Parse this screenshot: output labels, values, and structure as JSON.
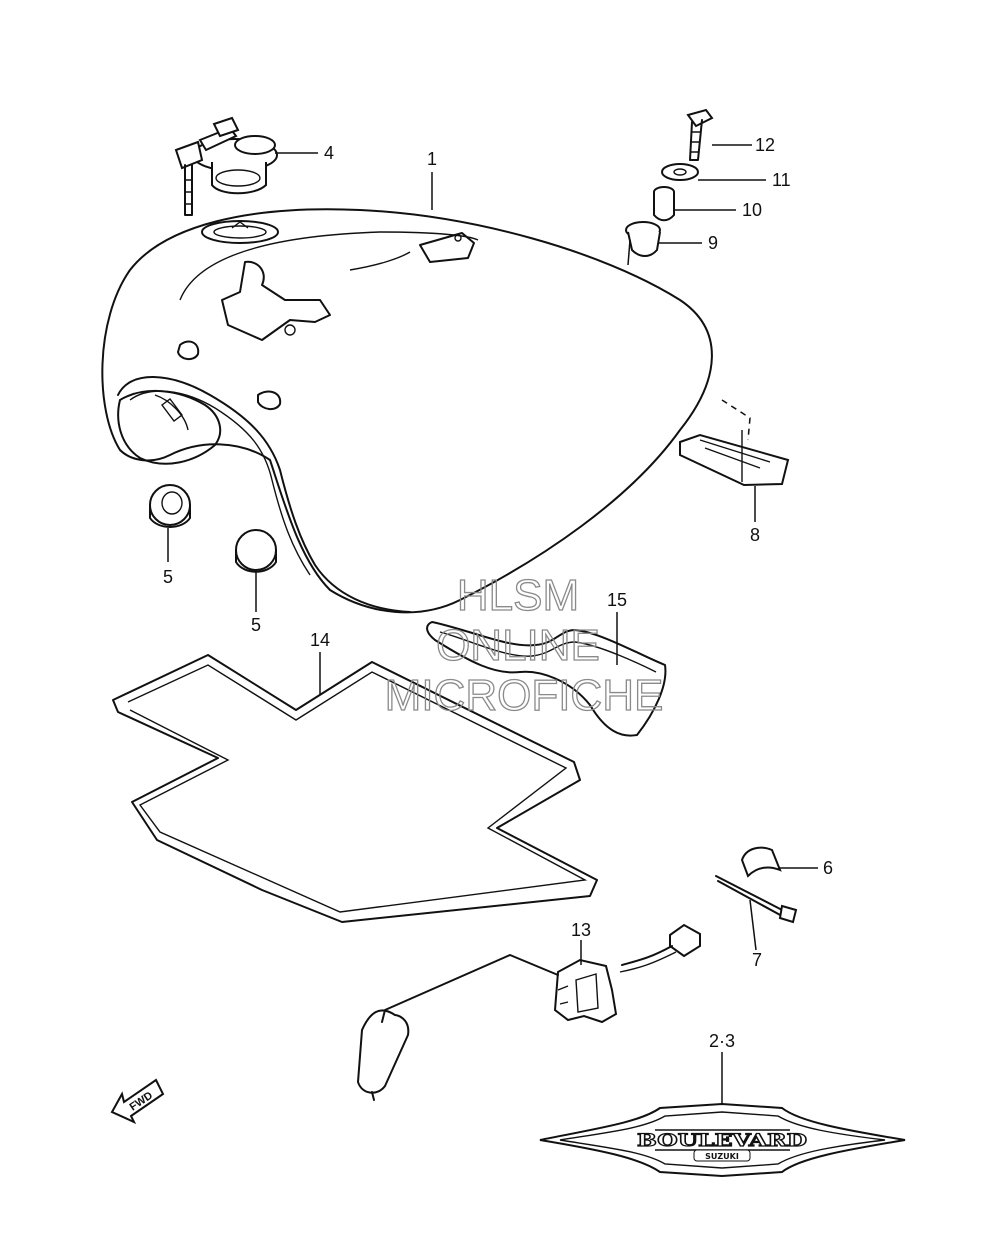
{
  "watermark": {
    "line1": "HLSM",
    "line2": "ONLINE",
    "line3": "MICROFICHE"
  },
  "callouts": {
    "c1": "1",
    "c2_3": "2·3",
    "c4": "4",
    "c5a": "5",
    "c5b": "5",
    "c6": "6",
    "c7": "7",
    "c8": "8",
    "c9": "9",
    "c10": "10",
    "c11": "11",
    "c12": "12",
    "c13": "13",
    "c14": "14",
    "c15": "15"
  },
  "emblem": {
    "main": "BOULEVARD",
    "sub": "SUZUKI"
  },
  "direction_arrow": {
    "label": "FWD"
  }
}
